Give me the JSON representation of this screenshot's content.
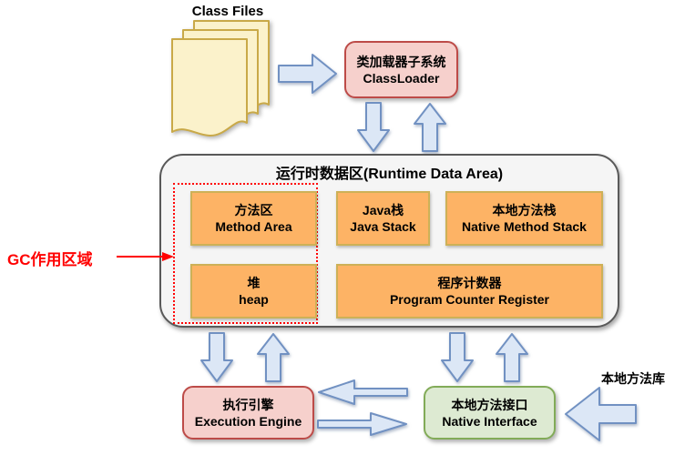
{
  "labels": {
    "class_files": "Class Files",
    "gc_region": "GC作用区域",
    "native_library": "本地方法库"
  },
  "nodes": {
    "classloader": {
      "line1": "类加载器子系统",
      "line2": "ClassLoader"
    },
    "runtime_title": "运行时数据区(Runtime Data Area)",
    "method_area": {
      "line1": "方法区",
      "line2": "Method Area"
    },
    "java_stack": {
      "line1": "Java栈",
      "line2": "Java Stack"
    },
    "native_method_stack": {
      "line1": "本地方法栈",
      "line2": "Native Method Stack"
    },
    "heap": {
      "line1": "堆",
      "line2": "heap"
    },
    "pc_register": {
      "line1": "程序计数器",
      "line2": "Program Counter Register"
    },
    "execution_engine": {
      "line1": "执行引擎",
      "line2": "Execution Engine"
    },
    "native_interface": {
      "line1": "本地方法接口",
      "line2": "Native Interface"
    }
  },
  "colors": {
    "arrow_fill": "#DCE7F6",
    "arrow_stroke": "#7191C2",
    "orange_fill": "#FDB365",
    "orange_border": "#CDB157",
    "pink_fill": "#F6D0CC",
    "pink_border": "#BD4B48",
    "green_fill": "#DDEAD2",
    "green_border": "#82AB58",
    "panel_fill": "#F5F5F5",
    "panel_border": "#595959",
    "file_fill": "#FBF2CB",
    "file_border": "#C9A948",
    "gc_red": "#FF0000"
  }
}
